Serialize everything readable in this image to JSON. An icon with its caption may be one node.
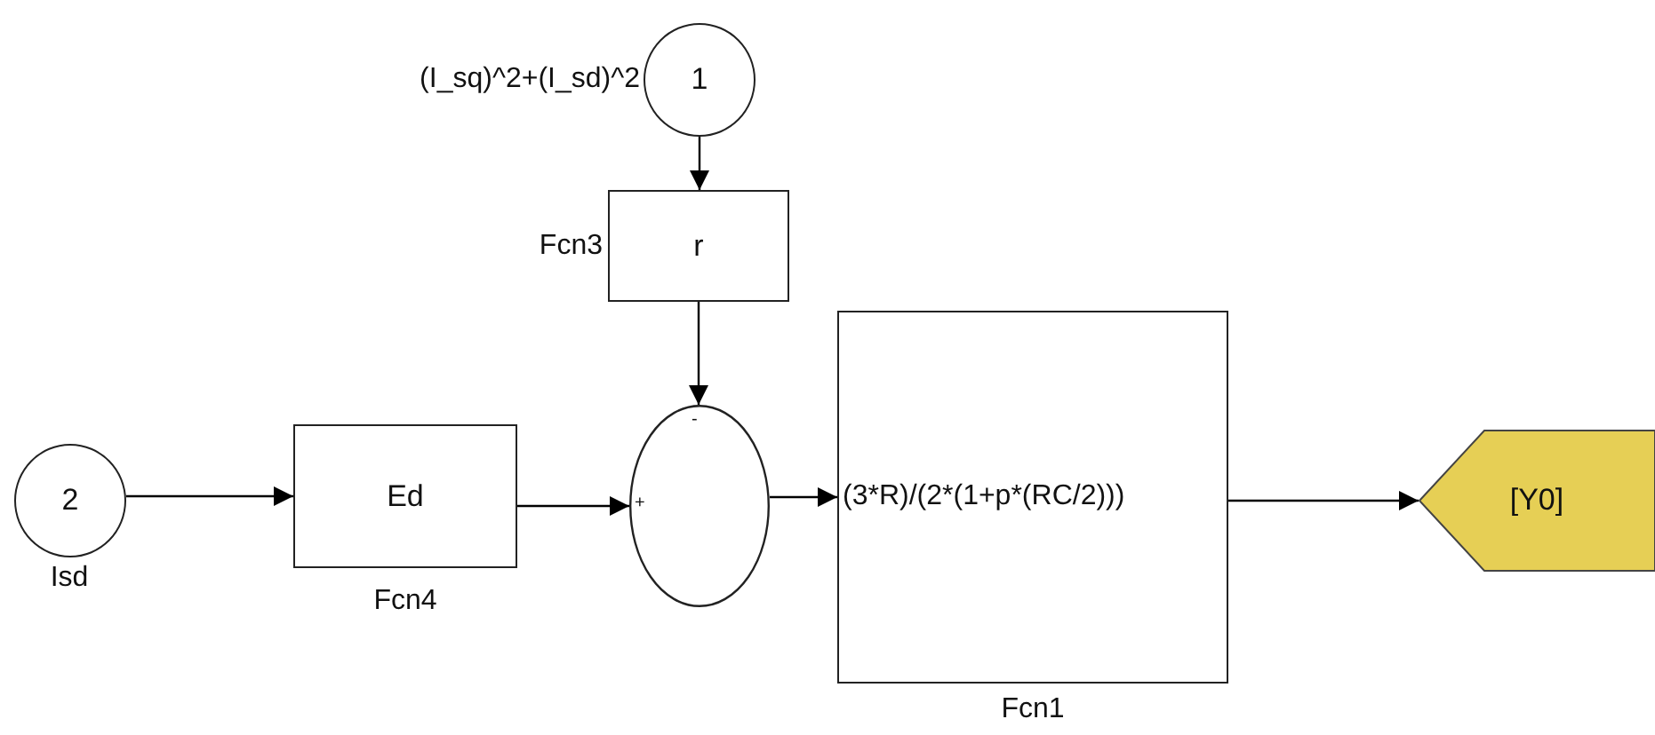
{
  "diagram": {
    "nodes": [
      {
        "text": [
          "1"
        ],
        "beside": [
          "(I_sq)^2+(I_sd)^2"
        ]
      },
      {
        "text": [
          "r"
        ],
        "beside": [
          "Fcn3"
        ]
      },
      {
        "text": [
          "2"
        ],
        "beside": [
          "Isd"
        ]
      },
      {
        "text": [
          "Ed"
        ],
        "beside": [
          "Fcn4"
        ]
      },
      {
        "text": [],
        "shape": "circle"
      },
      {
        "text": [
          "(3*R)/(2*(1+p*(RC/2)))"
        ],
        "beside": [
          "Fcn1"
        ]
      },
      {
        "text": [
          "[Y0]"
        ]
      }
    ],
    "edges": [
      {
        "from": 0,
        "to": 1,
        "arrow": "to"
      },
      {
        "from": 1,
        "to": 4,
        "arrow": "to"
      },
      {
        "from": 2,
        "to": 3,
        "arrow": "to"
      },
      {
        "from": 3,
        "to": 4,
        "arrow": "to"
      },
      {
        "from": 4,
        "to": 5,
        "arrow": "to"
      },
      {
        "from": 5,
        "to": 6,
        "arrow": "to"
      }
    ],
    "labels": [
      "-",
      "+"
    ]
  }
}
